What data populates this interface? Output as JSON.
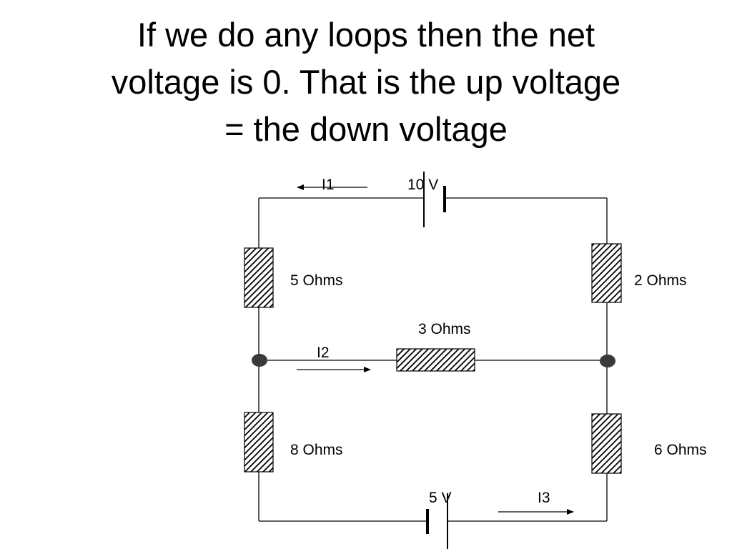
{
  "slide": {
    "title_lines": [
      "If we do any loops then the net",
      "voltage is 0.  That is the up voltage",
      "= the down voltage"
    ]
  },
  "circuit": {
    "batteries": {
      "top": "10 V",
      "bottom": "5 V"
    },
    "resistors": {
      "left_top": "5 Ohms",
      "right_top": "2 Ohms",
      "middle": "3 Ohms",
      "left_bottom": "8 Ohms",
      "right_bottom": "6 Ohms"
    },
    "currents": {
      "top": "I1",
      "middle": "I2",
      "bottom": "I3"
    }
  }
}
